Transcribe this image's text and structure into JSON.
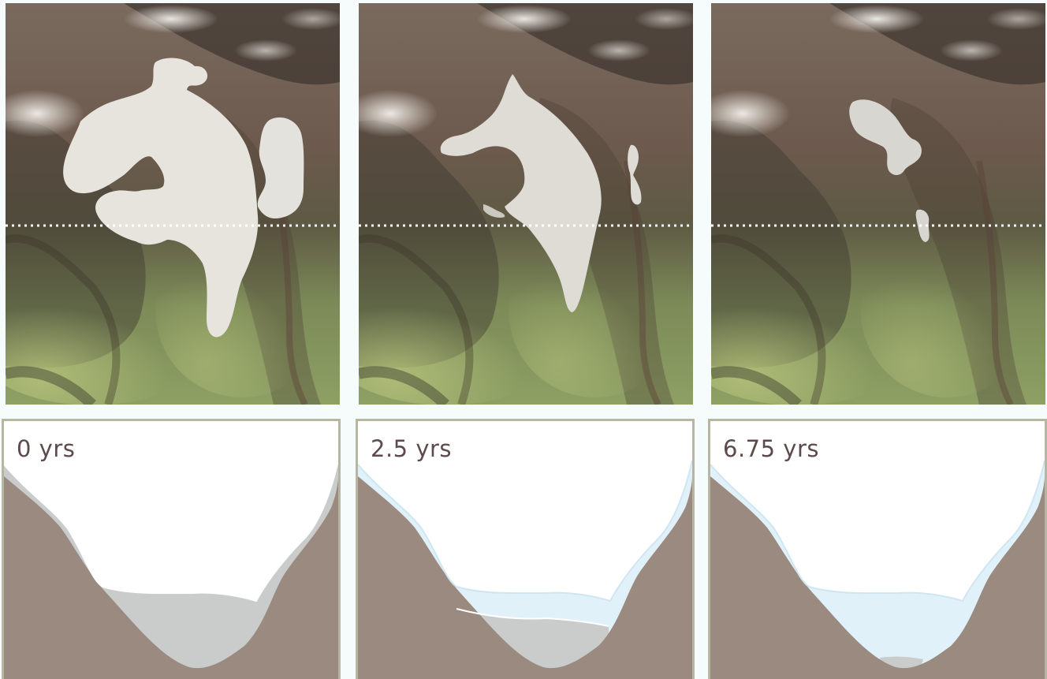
{
  "panels": [
    {
      "time_label": "0 yrs"
    },
    {
      "time_label": "2.5 yrs"
    },
    {
      "time_label": "6.75 yrs"
    }
  ],
  "colors": {
    "terrain_brown": "#9a8a80",
    "ice_grey": "#c9cccb",
    "meltwater_blue": "#e0f1fa",
    "sky_white": "#ffffff",
    "border": "#b6b6a3",
    "label_text": "#5d4a4a",
    "snow_patch": "#e4e2dc",
    "section_line": "#ffffff"
  }
}
